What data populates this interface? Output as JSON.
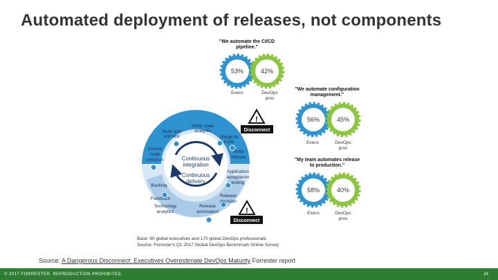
{
  "slide": {
    "title": "Automated deployment of releases, not components",
    "source_prefix": "Source: ",
    "source_link": "A Dangerous Disconnect: Executives Overestimate DevOps Maturity",
    "source_suffix": " Forrester report",
    "copyright": "© 2017 FORRESTER. REPRODUCTION PROHIBITED.",
    "page_number": "24"
  },
  "colors": {
    "blue": "#2f93d1",
    "green": "#8cc63f",
    "dark_blue": "#1a3a6b",
    "ring_light": "#c9dff2",
    "footer": "#2e7d32"
  },
  "cycle": {
    "center_ci": "Continuous integration",
    "center_cd": "Continuous delivery",
    "stages": {
      "static_code_analysis": [
        "Static code",
        "analysis"
      ],
      "merge_to_trunk": [
        "Merge to",
        "trunk"
      ],
      "build_unit_test": [
        "Build and",
        "unit test"
      ],
      "source_code_check_in": [
        "Source",
        "code",
        "check-in"
      ],
      "build_release": [
        "Build",
        "release"
      ],
      "application_acceptance_testing": [
        "Application",
        "acceptance",
        "testing"
      ],
      "backlog": "Backlog",
      "feedback": "Feedback",
      "release_decision": [
        "Release",
        "decision"
      ],
      "technology_analytics": [
        "Technology",
        "analytics"
      ],
      "release_automation": [
        "Release",
        "automation"
      ]
    },
    "disconnect_label": "Disconnect",
    "base_note": "Base: 90 global executives and 170 global DevOps professionals",
    "source_note": "Source: Forrester's Q1 2017 Global DevOps Benchmark Online Survey"
  },
  "stats": [
    {
      "quote": [
        "\"We automate the CI/CD",
        "pipeline.\""
      ],
      "execs_value": "53%",
      "pros_value": "42%",
      "execs_label": "Execs",
      "pros_label": [
        "DevOps",
        "pros"
      ]
    },
    {
      "quote": [
        "\"We automate configuration",
        "management.\""
      ],
      "execs_value": "56%",
      "pros_value": "45%",
      "execs_label": "Execs",
      "pros_label": [
        "DevOps",
        "pros"
      ]
    },
    {
      "quote": [
        "\"My team automates release",
        "to production.\""
      ],
      "execs_value": "58%",
      "pros_value": "40%",
      "execs_label": "Execs",
      "pros_label": [
        "DevOps",
        "pros"
      ]
    }
  ]
}
